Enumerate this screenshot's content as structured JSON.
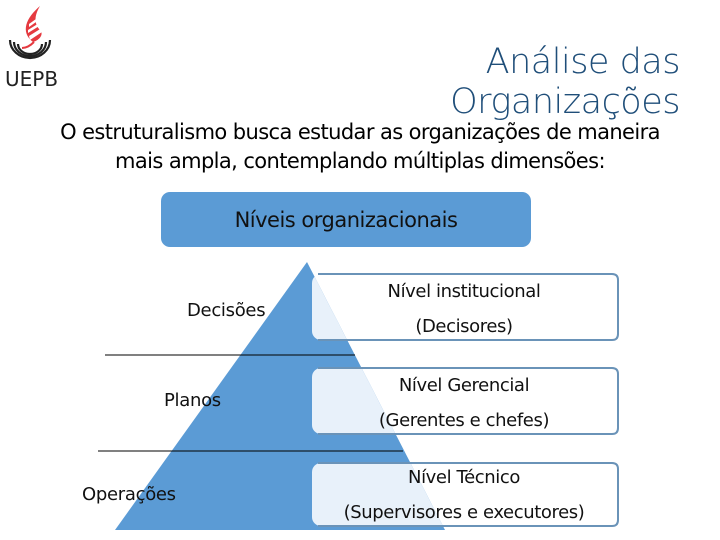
{
  "logo": {
    "text": "UEPB",
    "icon": "uepb-flame-logo"
  },
  "title": "Análise das Organizações",
  "intro": {
    "line1": "O estruturalismo busca estudar as organizações de maneira",
    "line2": "mais ampla, contemplando múltiplas dimensões:"
  },
  "diagram": {
    "header": "Níveis organizacionais",
    "side_labels": [
      "Decisões",
      "Planos",
      "Operações"
    ],
    "levels": [
      {
        "name": "Nível institucional",
        "sub": "(Decisores)"
      },
      {
        "name": "Nível Gerencial",
        "sub": "(Gerentes e chefes)"
      },
      {
        "name": "Nível Técnico",
        "sub": "(Supervisores e executores)"
      }
    ],
    "colors": {
      "pyramid": "#5b9bd5",
      "box_border": "#6a93b8",
      "box_fill_light": "#e8f1fa",
      "title": "#1f4e79"
    }
  }
}
